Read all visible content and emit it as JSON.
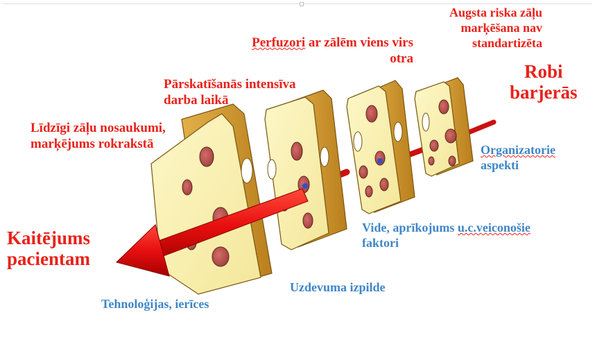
{
  "labels": {
    "harm_line1": "Kaitējums",
    "harm_line2": "pacientam",
    "holes_line1": "Robi",
    "holes_line2": "barjerās",
    "similar_names_line1": "Līdzīgi zāļu nosaukumi,",
    "similar_names_line2": "marķējums rokrakstā",
    "review_line1": "Pārskatīšanās intensīva",
    "review_line2": "darba laikā",
    "perfusors_word": "Perfuzori",
    "perfusors_rest": " ar zālēm viens virs",
    "perfusors_line2": "otra",
    "high_risk_line1": "Augsta riska zāļu",
    "high_risk_line2": "marķēšana nav",
    "high_risk_line3": "standartizēta",
    "organizational_line1": "Organizatorie",
    "organizational_line2": "aspekti",
    "environment_prefix": "Vide, aprīkojums ",
    "environment_word": "u.c.veiconošie",
    "environment_line2": "faktori",
    "task": "Uzdevuma izpilde",
    "technologies": "Tehnoloģijas, ierīces"
  },
  "colors": {
    "red_text": "#e8221b",
    "blue_text": "#3f86c8",
    "cheese_face": "#fbf3b4",
    "cheese_side": "#d9a43a",
    "hole_fill": "#c45c5a",
    "arrow": "#ee1111"
  }
}
